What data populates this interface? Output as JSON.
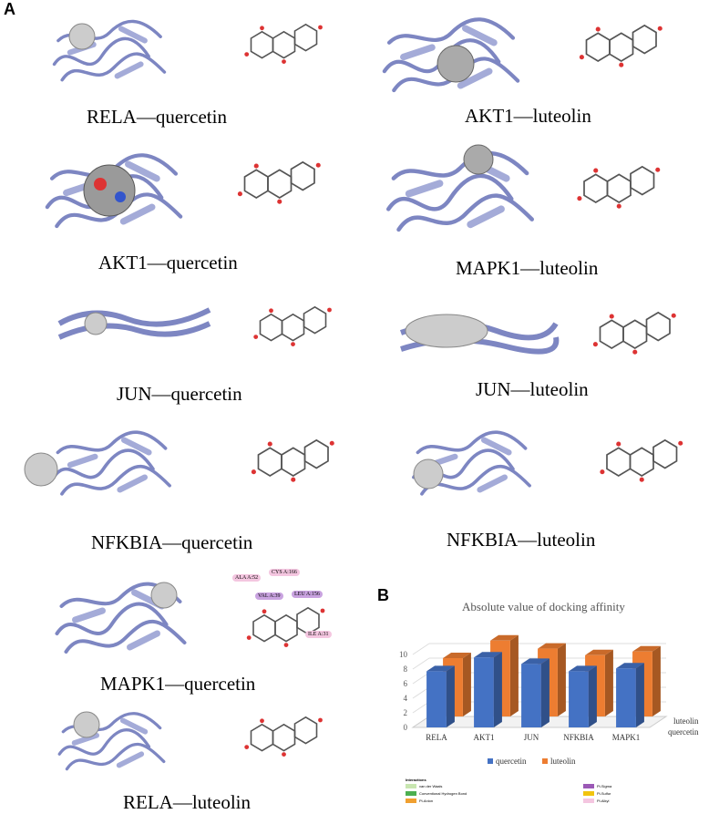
{
  "panels": {
    "a_label": "A",
    "b_label": "B"
  },
  "docking": [
    {
      "id": "rela-quercetin",
      "caption": "RELA—quercetin"
    },
    {
      "id": "akt1-luteolin",
      "caption": "AKT1—luteolin"
    },
    {
      "id": "akt1-quercetin",
      "caption": "AKT1—quercetin"
    },
    {
      "id": "mapk1-luteolin",
      "caption": "MAPK1—luteolin"
    },
    {
      "id": "jun-quercetin",
      "caption": "JUN—quercetin"
    },
    {
      "id": "jun-luteolin",
      "caption": "JUN—luteolin"
    },
    {
      "id": "nfkbia-quercetin",
      "caption": "NFKBIA—quercetin"
    },
    {
      "id": "nfkbia-luteolin",
      "caption": "NFKBIA—luteolin"
    },
    {
      "id": "mapk1-quercetin",
      "caption": "MAPK1—quercetin"
    },
    {
      "id": "rela-luteolin",
      "caption": "RELA—luteolin"
    }
  ],
  "residues_visible": {
    "mapk1_quercetin": [
      "ALA A:52",
      "CYS A:166",
      "VAL A:39",
      "LEU A:156",
      "ILE A:31"
    ]
  },
  "interactions_legend": {
    "title": "Interactions",
    "items": [
      {
        "label": "van der Waals",
        "color": "#c8e6b0"
      },
      {
        "label": "Conventional Hydrogen Bond",
        "color": "#4caf50"
      },
      {
        "label": "Pi-Anion",
        "color": "#f0a030"
      },
      {
        "label": "Pi-Sigma",
        "color": "#9b59b6"
      },
      {
        "label": "Pi-Sulfur",
        "color": "#f1c40f"
      },
      {
        "label": "Pi-Alkyl",
        "color": "#f4c6e0"
      }
    ]
  },
  "chart_data": {
    "type": "bar",
    "style": "3d-clustered",
    "title": "Absolute value of docking affinity",
    "categories": [
      "RELA",
      "AKT1",
      "JUN",
      "NFKBIA",
      "MAPK1"
    ],
    "series": [
      {
        "name": "quercetin",
        "values": [
          7.7,
          9.6,
          8.7,
          7.7,
          8.1
        ],
        "color": "#4472c4"
      },
      {
        "name": "luteolin",
        "values": [
          8.0,
          10.4,
          9.3,
          8.4,
          8.9
        ],
        "color": "#ed7d31"
      }
    ],
    "depth_labels": [
      "luteolin",
      "quercetin"
    ],
    "yticks": [
      0,
      2,
      4,
      6,
      8,
      10
    ],
    "ylim": [
      0,
      10
    ],
    "legend_position": "bottom"
  }
}
